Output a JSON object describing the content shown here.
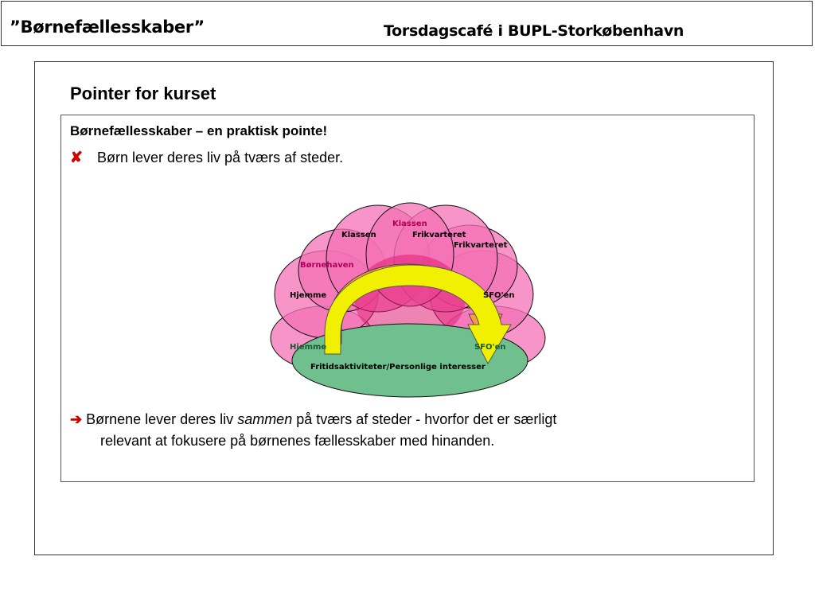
{
  "header": {
    "left_title": "”Børnefællesskaber”",
    "right_title": "Torsdagscafé i BUPL-Storkøbenhavn"
  },
  "slide": {
    "title": "Pointer for kurset",
    "subheading": "Børnefællesskaber – en praktisk pointe!",
    "bullet1_icon": "x-mark-icon",
    "bullet1_marker": "✘",
    "bullet1_text": "Børn lever deres liv på tværs af steder.",
    "bullet2_icon": "right-arrow-icon",
    "bullet2_marker": "➔",
    "bullet2_pre": " Børnene lever deres liv ",
    "bullet2_emph": "sammen",
    "bullet2_post": " på tværs af steder - hvorfor det er særligt",
    "bullet2_line2": "relevant at fokusere på børnenes fællesskaber med hinanden."
  },
  "diagram": {
    "petal_labels": {
      "klassen_top": "Klassen",
      "klassen": "Klassen",
      "frikvarteret": "Frikvarteret",
      "frikvarteret_right": "Frikvarteret",
      "bornehaven": "Børnehaven",
      "hjemme": "Hjemme",
      "sfoen": "SFO'en",
      "hjemme_lower": "Hjemme",
      "sfoen_lower": "SFO'en"
    },
    "base_label": "Fritidsaktiviteter/Personlige interesser",
    "colors": {
      "petal_fill": "#f472b6",
      "petal_stroke": "#111111",
      "base_fill": "#6fbf8f",
      "arrow_fill": "#f0f000",
      "arrow_shadow": "#f59e42",
      "accent_red": "#cc0000"
    }
  }
}
